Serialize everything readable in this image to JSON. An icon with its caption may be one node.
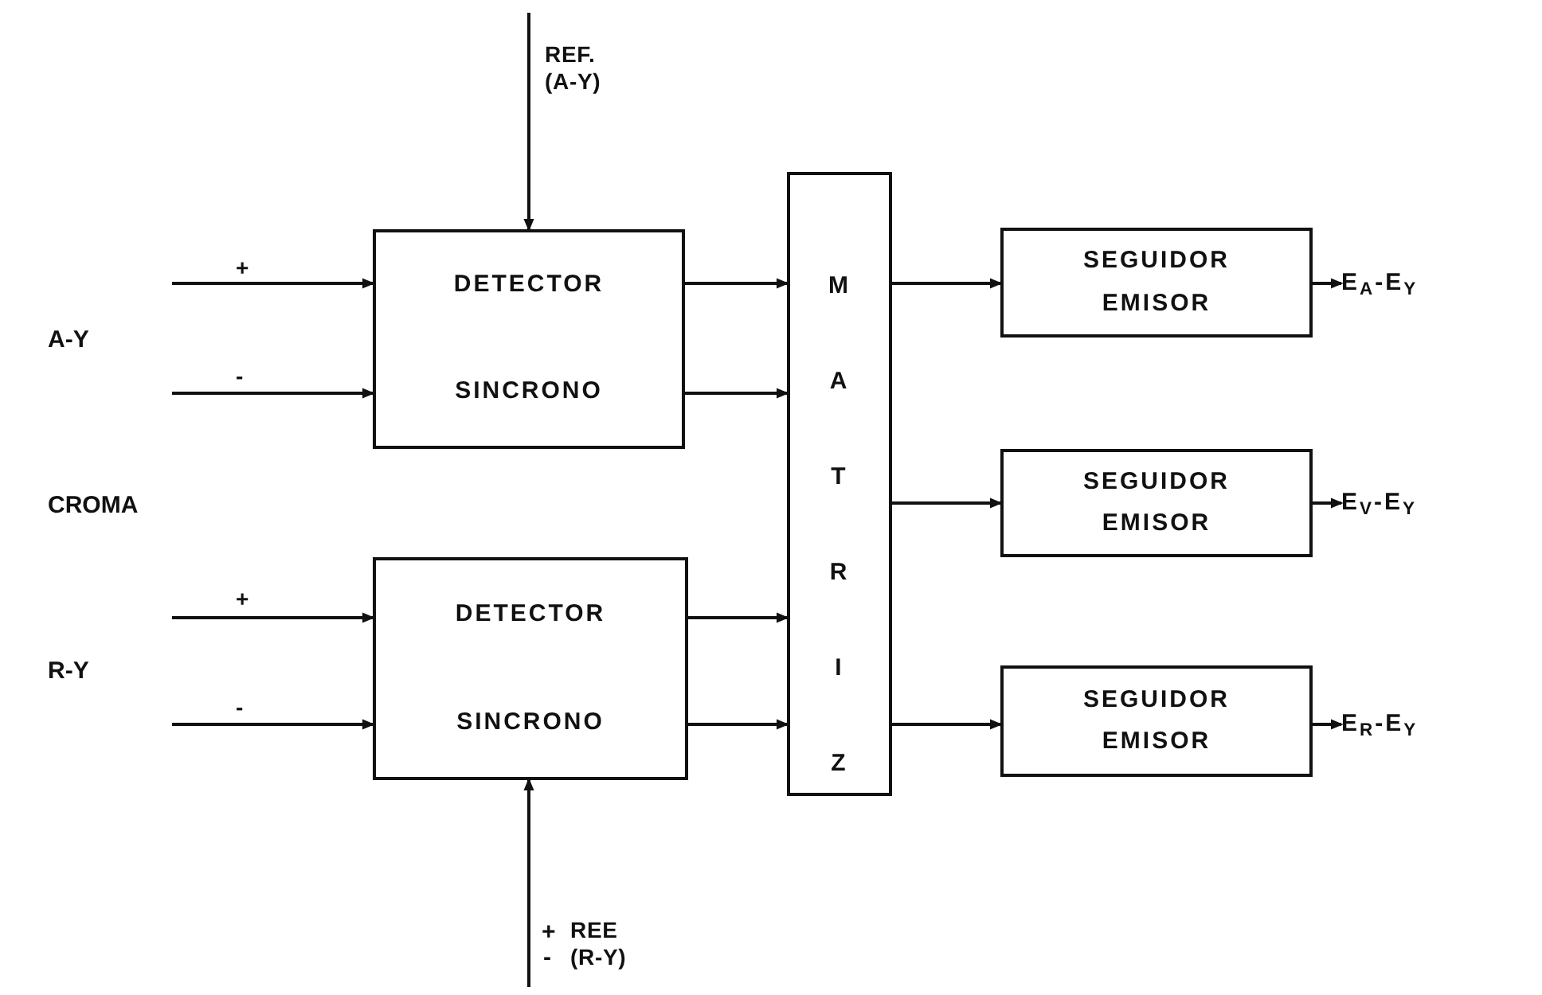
{
  "diagram": {
    "nodes": [
      {
        "text": [
          "DETECTOR",
          "SINCRONO"
        ]
      },
      {
        "text": [
          "DETECTOR",
          "SINCRONO"
        ]
      },
      {
        "text": [
          "MATRIZ"
        ]
      },
      {
        "text": [
          "SEGUIDOR",
          "EMISOR"
        ]
      },
      {
        "text": [
          "SEGUIDOR",
          "EMISOR"
        ]
      },
      {
        "text": [
          "SEGUIDOR",
          "EMISOR"
        ]
      },
      {
        "text": [
          "E$_{A}$-E$_{Y}$"
        ]
      },
      {
        "text": [
          "E$_{V}$-E$_{Y}$"
        ]
      },
      {
        "text": [
          "E$_{R}$-E$_{Y}$"
        ]
      }
    ],
    "edges": [
      {
        "from": null,
        "to": 0,
        "arrow": "to",
        "label": "+"
      },
      {
        "from": null,
        "to": 0,
        "arrow": "to",
        "label": "-"
      },
      {
        "from": null,
        "to": 0,
        "arrow": "to",
        "label": "REF. (A-Y)"
      },
      {
        "from": null,
        "to": 1,
        "arrow": "to",
        "label": "+"
      },
      {
        "from": null,
        "to": 1,
        "arrow": "to",
        "label": "-"
      },
      {
        "from": null,
        "to": 1,
        "arrow": "to",
        "label": "REE (R-Y)"
      },
      {
        "from": 0,
        "to": 2,
        "arrow": "to"
      },
      {
        "from": 0,
        "to": 2,
        "arrow": "to"
      },
      {
        "from": 1,
        "to": 2,
        "arrow": "to"
      },
      {
        "from": 1,
        "to": 2,
        "arrow": "to"
      },
      {
        "from": 2,
        "to": 3,
        "arrow": "to"
      },
      {
        "from": 2,
        "to": 4,
        "arrow": "to"
      },
      {
        "from": 2,
        "to": 5,
        "arrow": "to"
      },
      {
        "from": 3,
        "to": 6,
        "arrow": "to"
      },
      {
        "from": 4,
        "to": 7,
        "arrow": "to"
      },
      {
        "from": 5,
        "to": 8,
        "arrow": "to"
      }
    ],
    "labels": [
      "A-Y",
      "CROMA",
      "R-Y",
      "+",
      "-"
    ]
  }
}
